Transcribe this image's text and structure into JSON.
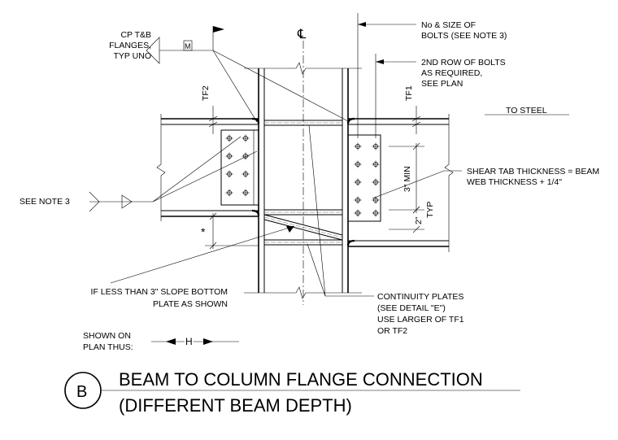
{
  "notes": {
    "cp_flanges": [
      "CP T&B",
      "FLANGES,",
      "TYP UNO"
    ],
    "weld_symbol": "M",
    "centerline": "℄",
    "bolts_size": [
      "No & SIZE OF",
      "BOLTS (SEE NOTE 3)"
    ],
    "second_row": [
      "2ND ROW OF BOLTS",
      "AS REQUIRED,",
      "SEE PLAN"
    ],
    "tf1": "TF1",
    "tf2": "TF2",
    "to_steel": "TO STEEL",
    "shear_tab": [
      "SHEAR TAB THICKNESS = BEAM",
      "WEB THICKNESS + 1/4\""
    ],
    "min_3": "3\" MIN",
    "dim_2": "2\"",
    "typ": "TYP",
    "see_note_3": "SEE NOTE 3",
    "asterisk": "*",
    "slope_note": [
      "IF LESS THAN 3\" SLOPE BOTTOM",
      "PLATE AS SHOWN"
    ],
    "continuity": [
      "CONTINUITY PLATES",
      "(SEE DETAIL \"E\")",
      "USE LARGER OF TF1",
      "OR TF2"
    ],
    "shown_on_plan": [
      "SHOWN ON",
      "PLAN THUS:"
    ],
    "plan_symbol": "H"
  },
  "title_block": {
    "detail_letter": "B",
    "title_line1": "BEAM TO COLUMN FLANGE CONNECTION",
    "title_line2": "(DIFFERENT BEAM DEPTH)"
  }
}
